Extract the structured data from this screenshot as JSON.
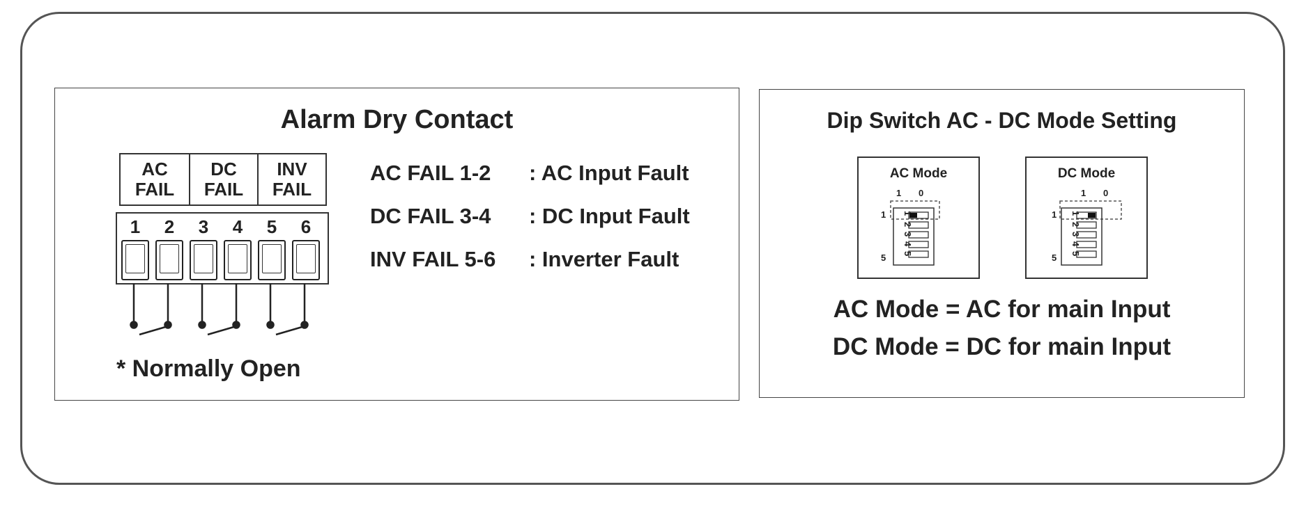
{
  "alarm": {
    "title": "Alarm Dry Contact",
    "terminals": [
      "AC\nFAIL",
      "DC\nFAIL",
      "INV\nFAIL"
    ],
    "pins": [
      "1",
      "2",
      "3",
      "4",
      "5",
      "6"
    ],
    "faults": [
      {
        "code": "AC FAIL 1-2",
        "desc": ": AC Input Fault"
      },
      {
        "code": "DC FAIL 3-4",
        "desc": ": DC Input Fault"
      },
      {
        "code": "INV FAIL 5-6",
        "desc": ": Inverter  Fault"
      }
    ],
    "note": "* Normally Open"
  },
  "dip": {
    "title": "Dip Switch  AC - DC Mode Setting",
    "switches": [
      {
        "name": "AC Mode",
        "col_labels": [
          "1",
          "0"
        ],
        "row_first": "1",
        "row_last": "5",
        "switch_numbers": [
          "1",
          "2",
          "3",
          "4",
          "5"
        ],
        "switch1_position": "1"
      },
      {
        "name": "DC Mode",
        "col_labels": [
          "1",
          "0"
        ],
        "row_first": "1",
        "row_last": "5",
        "switch_numbers": [
          "1",
          "2",
          "3",
          "4",
          "5"
        ],
        "switch1_position": "0"
      }
    ],
    "modes": [
      "AC Mode = AC for main Input",
      "DC Mode = DC for main Input"
    ]
  }
}
